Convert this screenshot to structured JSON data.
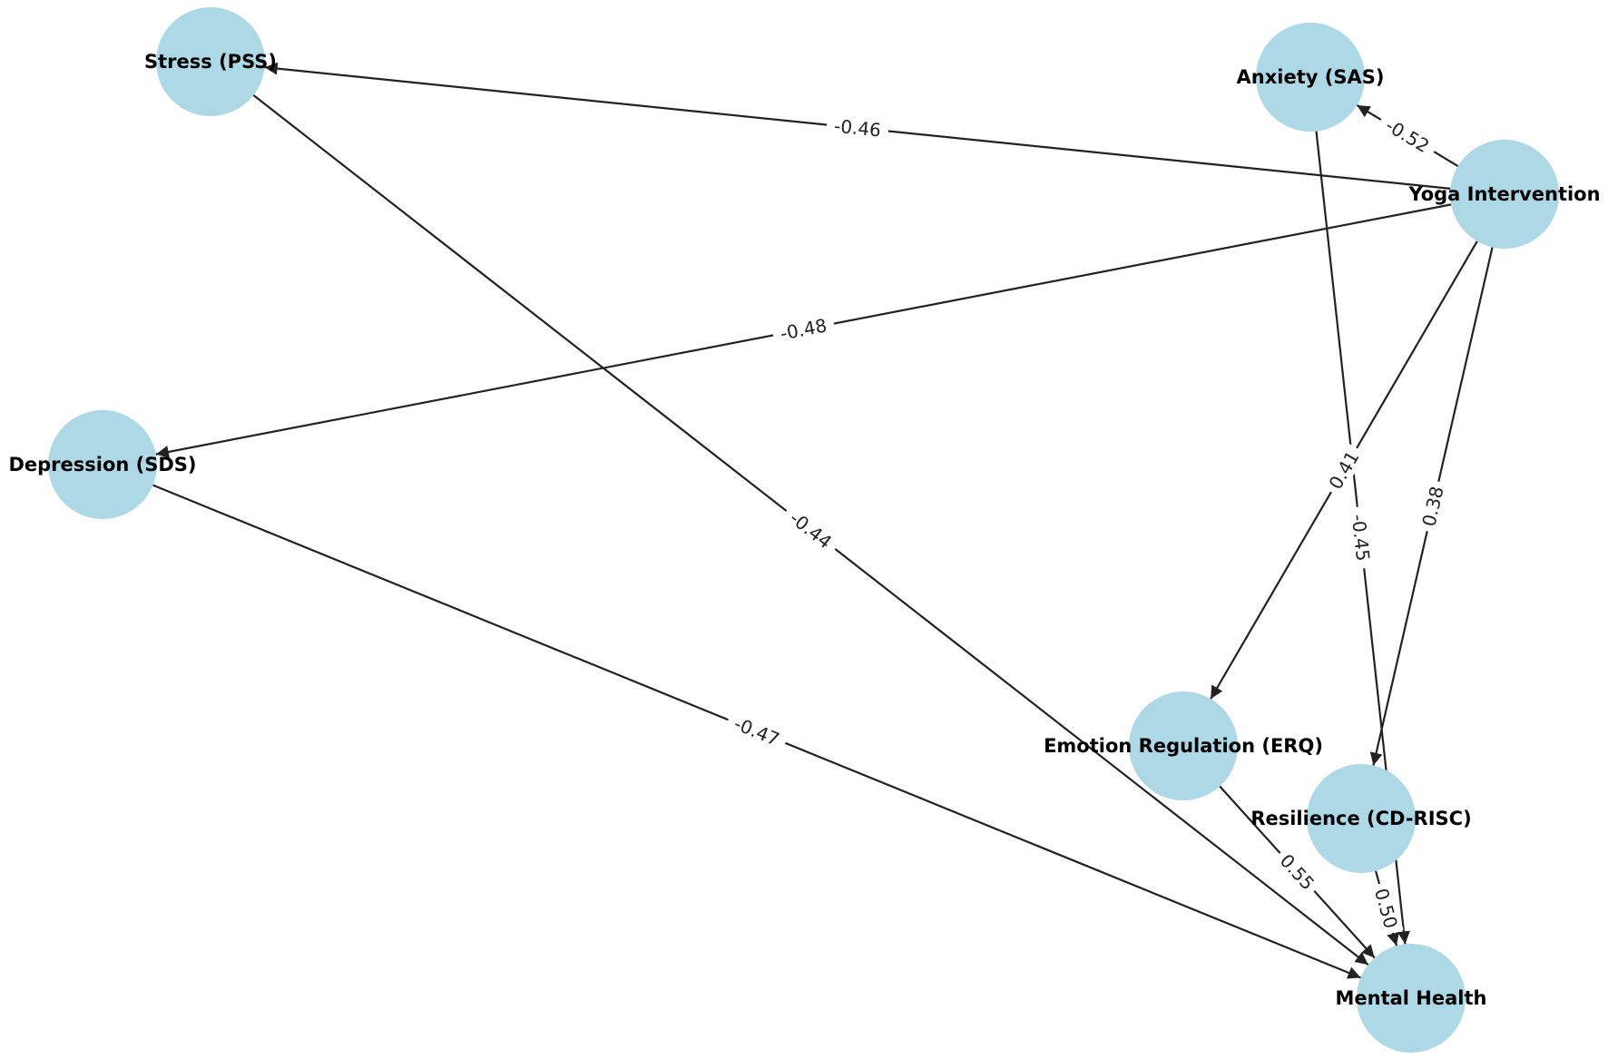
{
  "diagram": {
    "node_color": "#add8e6",
    "edge_color": "#222222",
    "nodes": [
      {
        "id": "stress",
        "label": "Stress (PSS)"
      },
      {
        "id": "anxiety",
        "label": "Anxiety (SAS)"
      },
      {
        "id": "yoga",
        "label": "Yoga Intervention"
      },
      {
        "id": "depression",
        "label": "Depression (SDS)"
      },
      {
        "id": "erq",
        "label": "Emotion Regulation (ERQ)"
      },
      {
        "id": "resilience",
        "label": "Resilience (CD-RISC)"
      },
      {
        "id": "mental",
        "label": "Mental Health"
      }
    ],
    "edges": [
      {
        "from": "yoga",
        "to": "stress",
        "label": "-0.46"
      },
      {
        "from": "yoga",
        "to": "anxiety",
        "label": "-0.52"
      },
      {
        "from": "yoga",
        "to": "depression",
        "label": "-0.48"
      },
      {
        "from": "yoga",
        "to": "erq",
        "label": "0.41"
      },
      {
        "from": "yoga",
        "to": "resilience",
        "label": "0.38"
      },
      {
        "from": "stress",
        "to": "mental",
        "label": "-0.44"
      },
      {
        "from": "anxiety",
        "to": "mental",
        "label": "-0.45"
      },
      {
        "from": "depression",
        "to": "mental",
        "label": "-0.47"
      },
      {
        "from": "erq",
        "to": "mental",
        "label": "0.55"
      },
      {
        "from": "resilience",
        "to": "mental",
        "label": "0.50"
      }
    ]
  }
}
